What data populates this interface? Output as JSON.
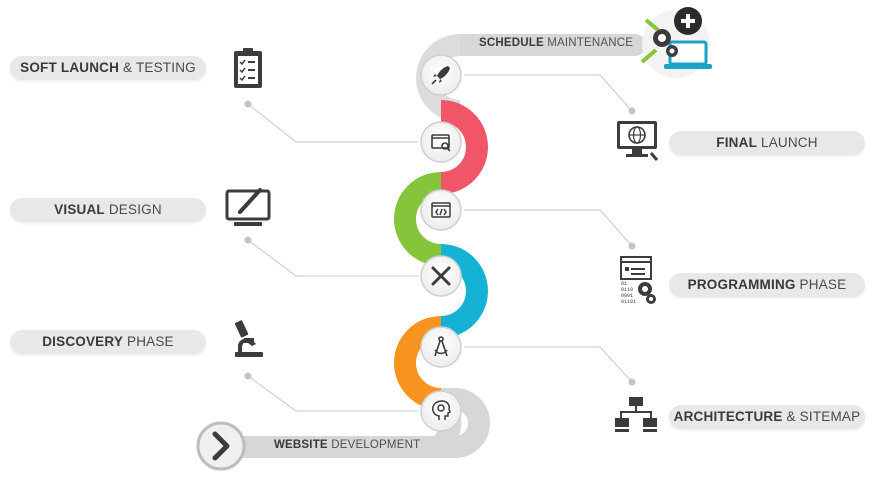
{
  "colors": {
    "band_gray": "#d7d7d7",
    "red": "#f05568",
    "green": "#86c43c",
    "cyan": "#16b2d6",
    "orange": "#f7931e",
    "icon": "#3c3c3c",
    "pill_bg": "#e8e8e8"
  },
  "top_band": {
    "bold": "SCHEDULE",
    "rest": " MAINTENANCE"
  },
  "bottom_band": {
    "bold": "WEBSITE",
    "rest": " DEVELOPMENT"
  },
  "stages_left": [
    {
      "bold": "SOFT LAUNCH",
      "rest": " & TESTING",
      "icon": "checklist-icon"
    },
    {
      "bold": "VISUAL",
      "rest": " DESIGN",
      "icon": "monitor-pen-icon"
    },
    {
      "bold": "DISCOVERY",
      "rest": " PHASE",
      "icon": "microscope-icon"
    }
  ],
  "stages_right": [
    {
      "bold": "FINAL",
      "rest": " LAUNCH",
      "icon": "globe-monitor-icon"
    },
    {
      "bold": "PROGRAMMING",
      "rest": " PHASE",
      "icon": "code-gears-icon"
    },
    {
      "bold": "ARCHITECTURE",
      "rest": " & SITEMAP",
      "icon": "sitemap-icon"
    }
  ],
  "node_icons": [
    "rocket-icon",
    "browser-search-icon",
    "code-window-icon",
    "ruler-pencil-icon",
    "compass-icon",
    "head-gear-icon"
  ],
  "start_icon": "chevron-right-icon",
  "corner_icon": "laptop-gears-plus-icon"
}
